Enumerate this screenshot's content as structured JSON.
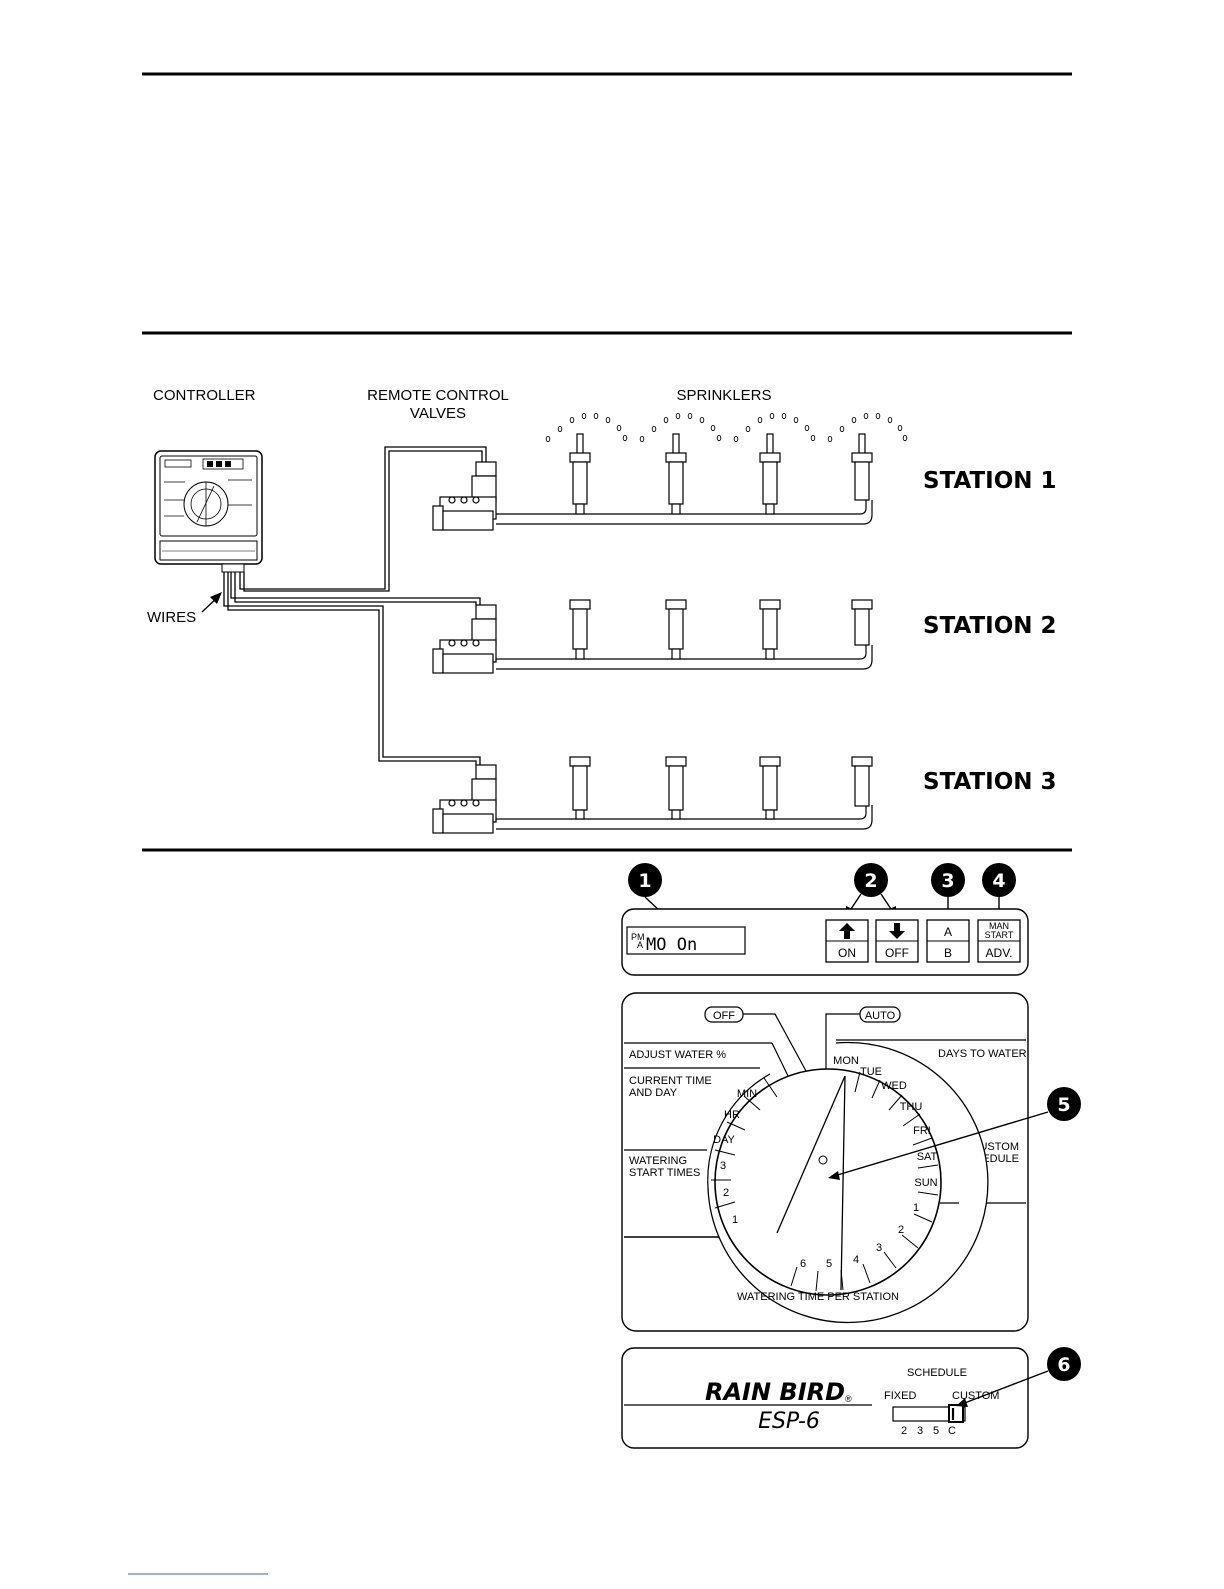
{
  "system": {
    "labels": {
      "controller": "CONTROLLER",
      "valves_line1": "REMOTE CONTROL",
      "valves_line2": "VALVES",
      "sprinklers": "SPRINKLERS",
      "wires": "WIRES"
    },
    "stations": [
      "STATION 1",
      "STATION 2",
      "STATION 3"
    ]
  },
  "panel": {
    "callouts": [
      "1",
      "2",
      "3",
      "4",
      "5",
      "6"
    ],
    "lcd_prefix_top": "PM",
    "lcd_prefix_bottom": "A",
    "lcd_text": "MO  On",
    "buttons": {
      "on": "ON",
      "off": "OFF",
      "a": "A",
      "b": "B",
      "man_line1": "MAN",
      "man_line2": "START",
      "adv": "ADV."
    }
  },
  "dial": {
    "off": "OFF",
    "auto": "AUTO",
    "adjust_water": "ADJUST WATER %",
    "current_time_line1": "CURRENT TIME",
    "current_time_line2": "AND DAY",
    "watering_start_line1": "WATERING",
    "watering_start_line2": "START TIMES",
    "days_to_water": "DAYS TO WATER",
    "custom_line1": "CUSTOM",
    "custom_line2": "SCHEDULE",
    "watering_time": "WATERING TIME PER STATION",
    "left_segments": [
      "MIN",
      "HR",
      "DAY",
      "3",
      "2",
      "1"
    ],
    "right_segments": [
      "MON",
      "TUE",
      "WED",
      "THU",
      "FRI",
      "SAT",
      "SUN",
      "1",
      "2",
      "3",
      "4",
      "5",
      "6"
    ]
  },
  "footer_panel": {
    "brand": "RAIN BIRD",
    "registered": "®",
    "model": "ESP-6",
    "schedule": "SCHEDULE",
    "fixed": "FIXED",
    "custom": "CUSTOM",
    "scale": [
      "2",
      "3",
      "5",
      "C"
    ]
  }
}
